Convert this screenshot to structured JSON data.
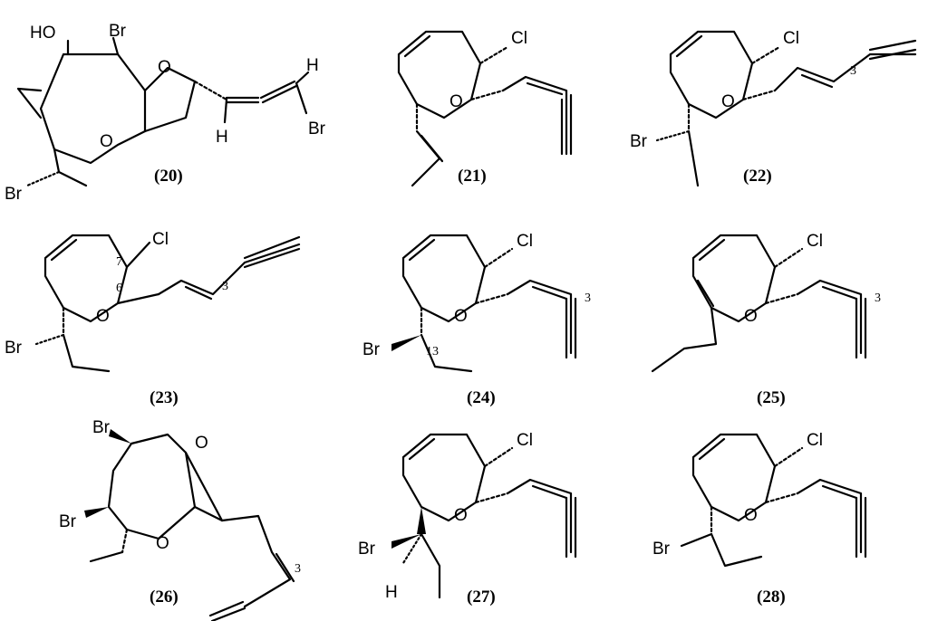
{
  "figure": {
    "compounds": [
      {
        "id": "20",
        "label": "(20)",
        "atoms": {
          "hydroxyl": "HO",
          "bromine_top": "Br",
          "bromine_side": "Br",
          "bromine_allene": "Br",
          "oxygen_ring": "O",
          "oxygen_furan": "O",
          "hydrogen_top": "H",
          "hydrogen_bottom": "H"
        }
      },
      {
        "id": "21",
        "label": "(21)",
        "atoms": {
          "chlorine": "Cl",
          "oxygen": "O"
        }
      },
      {
        "id": "22",
        "label": "(22)",
        "atoms": {
          "chlorine": "Cl",
          "oxygen": "O",
          "bromine": "Br",
          "locant": "3"
        }
      },
      {
        "id": "23",
        "label": "(23)",
        "atoms": {
          "chlorine": "Cl",
          "oxygen": "O",
          "bromine": "Br",
          "locant_7": "7",
          "locant_6": "6",
          "locant_3": "3"
        }
      },
      {
        "id": "24",
        "label": "(24)",
        "atoms": {
          "chlorine": "Cl",
          "oxygen": "O",
          "bromine": "Br",
          "locant_13": "13",
          "locant_3": "3"
        }
      },
      {
        "id": "25",
        "label": "(25)",
        "atoms": {
          "chlorine": "Cl",
          "oxygen": "O",
          "locant_3": "3"
        }
      },
      {
        "id": "26",
        "label": "(26)",
        "atoms": {
          "bromine_top": "Br",
          "bromine_left": "Br",
          "oxygen_bridge": "O",
          "oxygen_ring": "O",
          "locant_3": "3"
        }
      },
      {
        "id": "27",
        "label": "(27)",
        "atoms": {
          "chlorine": "Cl",
          "oxygen": "O",
          "bromine": "Br",
          "hydrogen": "H"
        }
      },
      {
        "id": "28",
        "label": "(28)",
        "atoms": {
          "chlorine": "Cl",
          "oxygen": "O",
          "bromine": "Br"
        }
      }
    ]
  }
}
